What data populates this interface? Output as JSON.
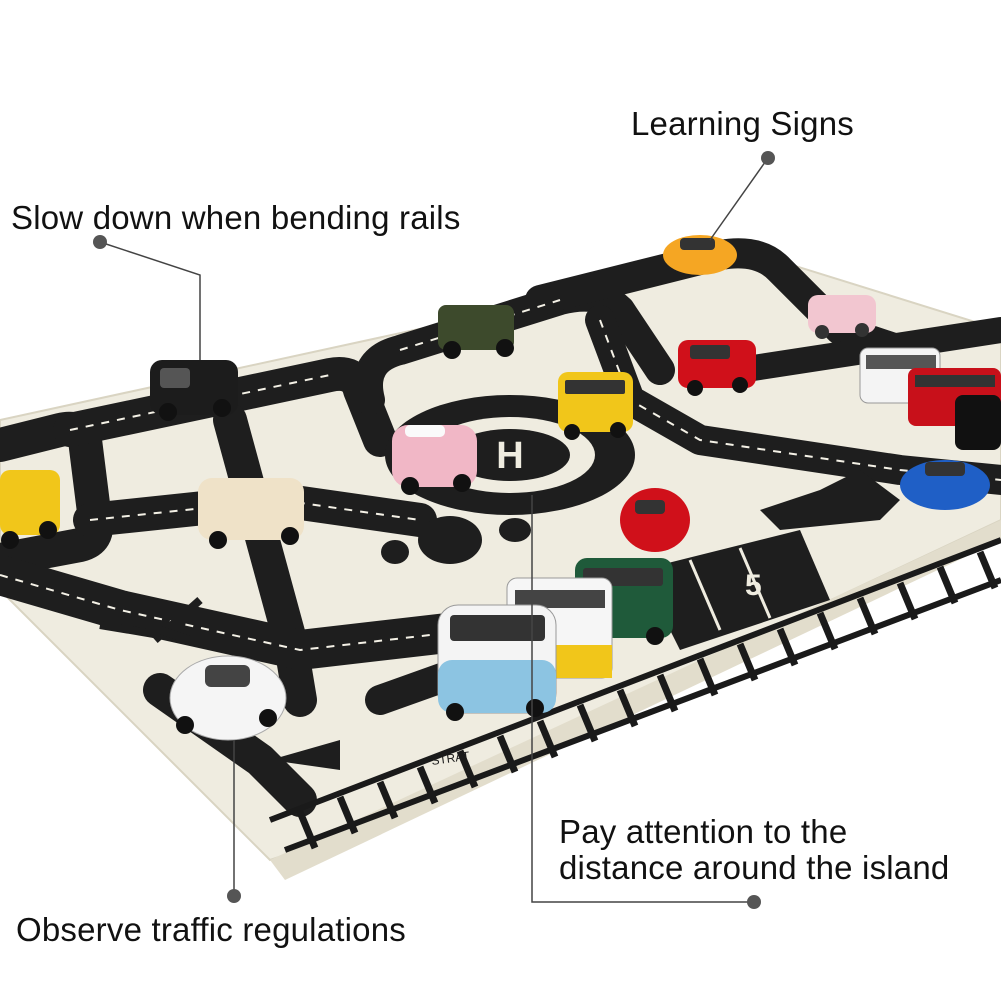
{
  "callouts": {
    "learning_signs": "Learning Signs",
    "slow_down": "Slow down when bending rails",
    "distance_line1": "Pay attention to the",
    "distance_line2": "distance around the island",
    "observe": "Observe traffic regulations"
  },
  "mat_labels": {
    "helipad": "H",
    "parking_number": "5",
    "start": "STRAT"
  },
  "colors": {
    "background": "#ffffff",
    "mat": "#efece0",
    "road": "#1e1e1e",
    "rail": "#1a1a1a",
    "callout_dot": "#555555"
  }
}
